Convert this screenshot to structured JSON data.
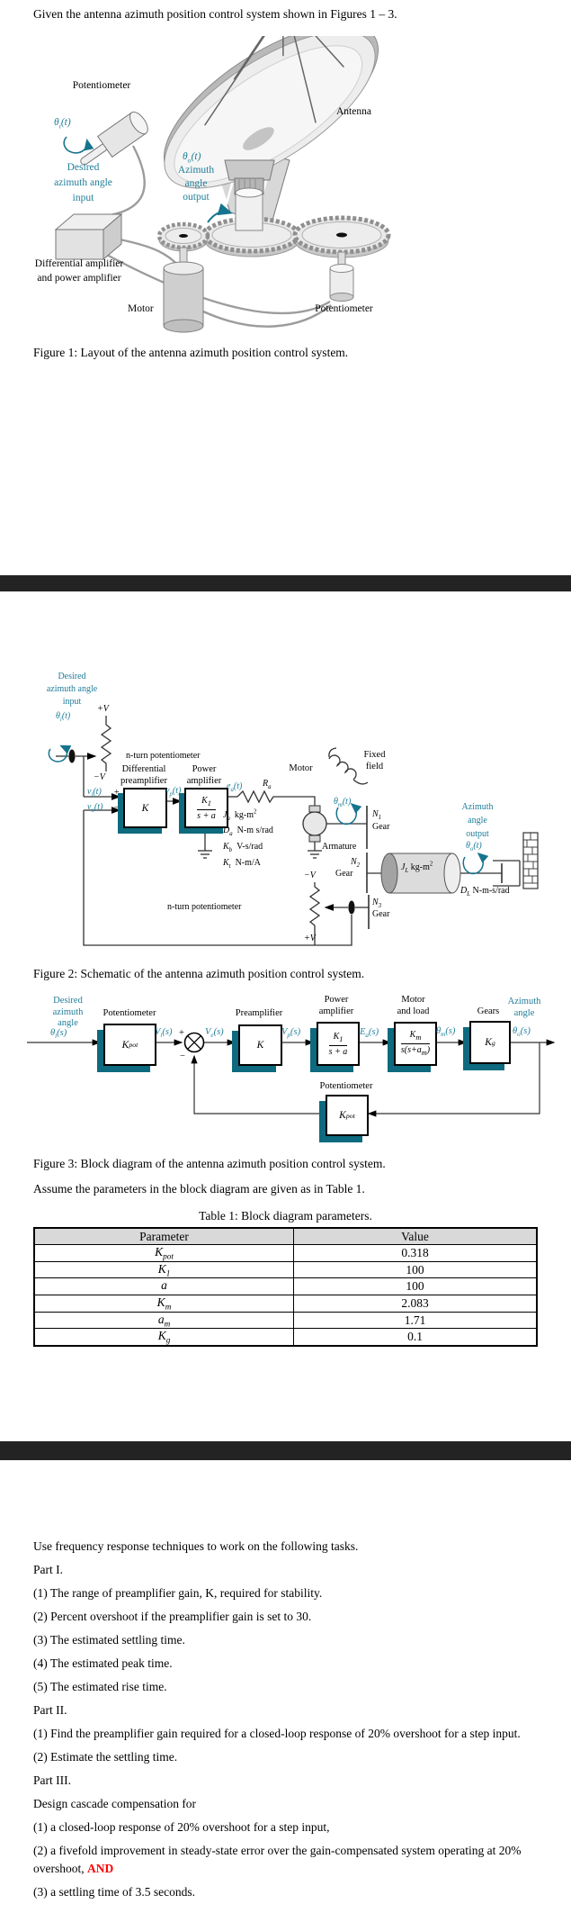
{
  "page": {
    "intro": "Given the antenna azimuth position control system shown in Figures 1 – 3.",
    "fig1_caption": "Figure 1: Layout of the antenna azimuth position control system.",
    "fig2_caption": "Figure 2: Schematic of the antenna azimuth position control system.",
    "fig3_caption": "Figure 3: Block diagram of the antenna azimuth position control system.",
    "assume": "Assume the parameters in the block diagram are given as in Table 1.",
    "table_caption": "Table 1: Block diagram parameters."
  },
  "colors": {
    "teal_text": "#1f7d99",
    "block_shadow": "#0e6a7e",
    "divider": "#232323",
    "highlight_red": "#ff0000"
  },
  "fig1": {
    "pot_left": "Potentiometer",
    "theta_i": {
      "b": "θ",
      "sub": "i",
      "t": "(t)"
    },
    "desired": [
      "Desired",
      "azimuth angle",
      "input"
    ],
    "amp": [
      "Differential amplifier",
      "and power amplifier"
    ],
    "motor": "Motor",
    "theta_o": {
      "b": "θ",
      "sub": "o",
      "t": "(t)"
    },
    "azimuth": [
      "Azimuth",
      "angle",
      "output"
    ],
    "antenna": "Antenna",
    "pot_right": "Potentiometer"
  },
  "fig2": {
    "desired": [
      "Desired",
      "azimuth angle",
      "input"
    ],
    "theta_i": {
      "b": "θ",
      "sub": "i",
      "t": "(t)"
    },
    "vplus_top": "+V",
    "vminus_top": "−V",
    "n_turn_top": "n-turn potentiometer",
    "preamp_label": [
      "Differential",
      "preamplifier"
    ],
    "poweramp_label": [
      "Power",
      "amplifier"
    ],
    "v_i": {
      "b": "v",
      "sub": "i",
      "t": "(t)"
    },
    "plus": "+",
    "v_o": {
      "b": "v",
      "sub": "o",
      "t": "(t)"
    },
    "minus": "−",
    "gain_K": "K",
    "v_p": {
      "b": "v",
      "sub": "p",
      "t": "(t)"
    },
    "k1": {
      "num_b": "K",
      "num_sub": "1",
      "den": "s + a"
    },
    "e_a": {
      "b": "e",
      "sub": "a",
      "t": "(t)"
    },
    "r_a": {
      "b": "R",
      "sub": "a"
    },
    "params": [
      {
        "b": "J",
        "sub": "a",
        "u": "kg-m",
        "usup": "2"
      },
      {
        "b": "D",
        "sub": "a",
        "u": "N-m s/rad",
        "usup": ""
      },
      {
        "b": "K",
        "sub": "b",
        "u": "V-s/rad",
        "usup": ""
      },
      {
        "b": "K",
        "sub": "t",
        "u": "N-m/A",
        "usup": ""
      }
    ],
    "motor": "Motor",
    "fixed_field": [
      "Fixed",
      "field"
    ],
    "theta_m": {
      "b": "θ",
      "sub": "m",
      "t": "(t)"
    },
    "armature": "Armature",
    "n1": {
      "b": "N",
      "sub": "1"
    },
    "n2": {
      "b": "N",
      "sub": "2"
    },
    "n3": {
      "b": "N",
      "sub": "3"
    },
    "gear": "Gear",
    "j_l": {
      "b": "J",
      "sub": "L",
      "u": "kg-m",
      "usup": "2"
    },
    "azimuth": [
      "Azimuth",
      "angle",
      "output"
    ],
    "theta_o": {
      "b": "θ",
      "sub": "o",
      "t": "(t)"
    },
    "d_l": {
      "b": "D",
      "sub": "L",
      "u": "N-m-s/rad",
      "usup": ""
    },
    "vminus_bot": "−V",
    "n_turn_bot": "n-turn potentiometer",
    "vplus_bot": "+V"
  },
  "fig3": {
    "desired": [
      "Desired",
      "azimuth",
      "angle"
    ],
    "theta_i": {
      "b": "θ",
      "sub": "i",
      "t": "(s)"
    },
    "pot_label": "Potentiometer",
    "k_pot": {
      "b": "K",
      "sub": "pot"
    },
    "v_i": {
      "b": "V",
      "sub": "i",
      "t": "(s)"
    },
    "plus": "+",
    "minus": "−",
    "v_e": {
      "b": "V",
      "sub": "e",
      "t": "(s)"
    },
    "preamp_label": "Preamplifier",
    "gain_K": "K",
    "v_p": {
      "b": "V",
      "sub": "p",
      "t": "(s)"
    },
    "poweramp_label": [
      "Power",
      "amplifier"
    ],
    "k1": {
      "num_b": "K",
      "num_sub": "1",
      "den": "s + a"
    },
    "e_a": {
      "b": "E",
      "sub": "a",
      "t": "(s)"
    },
    "motor_label": [
      "Motor",
      "and load"
    ],
    "km": {
      "num_b": "K",
      "num_sub": "m",
      "den_pre": "s(s+a",
      "den_sub": "m",
      "den_post": ")"
    },
    "theta_m": {
      "b": "θ",
      "sub": "m",
      "t": "(s)"
    },
    "gears_label": "Gears",
    "k_g": {
      "b": "K",
      "sub": "g"
    },
    "theta_o": {
      "b": "θ",
      "sub": "o",
      "t": "(s)"
    },
    "azimuth": [
      "Azimuth",
      "angle"
    ],
    "pot_fb_label": "Potentiometer",
    "k_pot_fb": {
      "b": "K",
      "sub": "pot"
    }
  },
  "table": {
    "headers": [
      "Parameter",
      "Value"
    ],
    "rows": [
      {
        "p": {
          "b": "K",
          "sub": "pot"
        },
        "value": "0.318"
      },
      {
        "p": {
          "b": "K",
          "sub": "1"
        },
        "value": "100"
      },
      {
        "p": {
          "b": "a",
          "sub": ""
        },
        "value": "100"
      },
      {
        "p": {
          "b": "K",
          "sub": "m"
        },
        "value": "2.083"
      },
      {
        "p": {
          "b": "a",
          "sub": "m"
        },
        "value": "1.71"
      },
      {
        "p": {
          "b": "K",
          "sub": "g"
        },
        "value": "0.1"
      }
    ]
  },
  "tasks": {
    "intro": "Use frequency response techniques to work on the following tasks.",
    "part1": "Part I.",
    "p1_items": [
      "(1) The range of preamplifier gain, K, required for stability.",
      "(2) Percent overshoot if the preamplifier gain is set to 30.",
      "(3) The estimated settling time.",
      "(4) The estimated peak time.",
      "(5) The estimated rise time."
    ],
    "part2": "Part II.",
    "p2_items": [
      "(1) Find the preamplifier gain required for a closed-loop response of 20% overshoot for a step input.",
      "(2) Estimate the settling time."
    ],
    "part3": "Part III.",
    "p3_intro": "Design cascade compensation for",
    "p3_items": [
      "(1) a closed-loop response of 20% overshoot for a step input,",
      "(2) a fivefold improvement in steady-state error over the gain-compensated system operating at 20% overshoot, ",
      "(3) a settling time of 3.5 seconds."
    ],
    "and_word": "AND"
  }
}
